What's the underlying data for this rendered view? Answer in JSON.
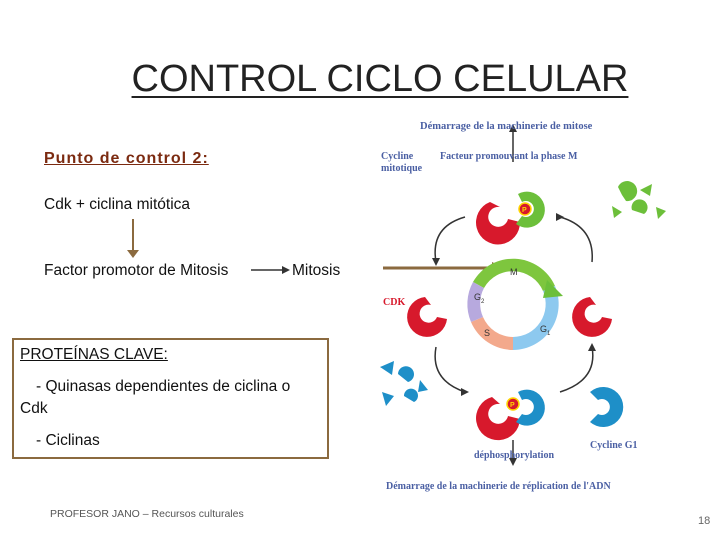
{
  "title": "CONTROL CICLO CELULAR",
  "left": {
    "checkpoint": "Punto de control 2:",
    "line1": "Cdk + ciclina mitótica",
    "line2": "Factor promotor de Mitosis",
    "line3": "Mitosis"
  },
  "box": {
    "heading": "PROTEÍNAS CLAVE:",
    "item1a": "- Quinasas dependientes de ciclina o",
    "item1b": "Cdk",
    "item2": "- Ciclinas"
  },
  "figure": {
    "top_label": "Démarrage de la machinerie de mitose",
    "cyclin_mitotic_1": "Cycline",
    "cyclin_mitotic_2": "mitotique",
    "mpf": "Facteur promouvant la phase M",
    "cdk": "CDK",
    "phase_m": "M",
    "phase_g2": "G",
    "phase_g2_sub": "2",
    "phase_s": "S",
    "phase_g1": "G",
    "phase_g1_sub": "1",
    "p1": "P",
    "p2": "P",
    "cycline_g1": "Cycline G1",
    "dephos": "déphosphorylation",
    "bottom_label": "Démarrage de la machinerie de réplication de l'ADN",
    "colors": {
      "cdk": "#d7192c",
      "mitotic": "#6cbf3a",
      "g1": "#1e8fc8",
      "label": "#4a5fa3"
    }
  },
  "footer": "PROFESOR JANO – Recursos culturales",
  "page_number": "18"
}
